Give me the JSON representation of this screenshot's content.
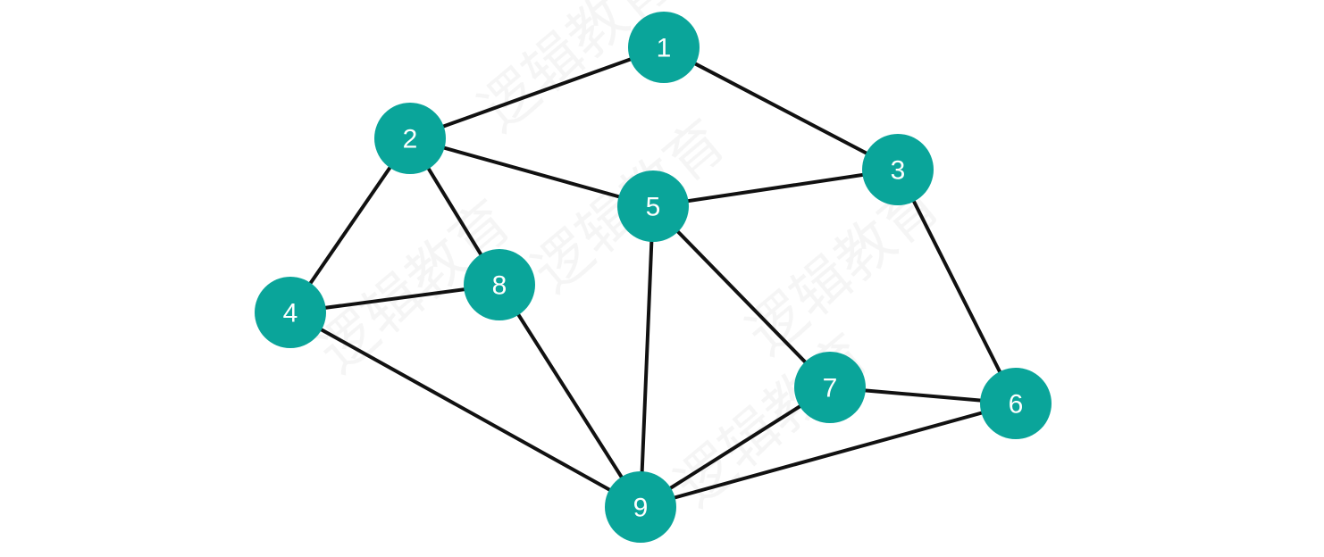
{
  "colors": {
    "node_fill": "#0aa59a",
    "node_text": "#ffffff",
    "edge": "#111111",
    "background": "#ffffff"
  },
  "watermark": "逻辑教育",
  "nodes": [
    {
      "id": "1",
      "label": "1"
    },
    {
      "id": "2",
      "label": "2"
    },
    {
      "id": "3",
      "label": "3"
    },
    {
      "id": "4",
      "label": "4"
    },
    {
      "id": "5",
      "label": "5"
    },
    {
      "id": "6",
      "label": "6"
    },
    {
      "id": "7",
      "label": "7"
    },
    {
      "id": "8",
      "label": "8"
    },
    {
      "id": "9",
      "label": "9"
    }
  ],
  "edges": [
    [
      "1",
      "2"
    ],
    [
      "1",
      "3"
    ],
    [
      "2",
      "5"
    ],
    [
      "2",
      "4"
    ],
    [
      "2",
      "8"
    ],
    [
      "3",
      "5"
    ],
    [
      "3",
      "6"
    ],
    [
      "4",
      "8"
    ],
    [
      "4",
      "9"
    ],
    [
      "5",
      "9"
    ],
    [
      "5",
      "7"
    ],
    [
      "8",
      "9"
    ],
    [
      "7",
      "6"
    ],
    [
      "7",
      "9"
    ],
    [
      "6",
      "9"
    ]
  ]
}
